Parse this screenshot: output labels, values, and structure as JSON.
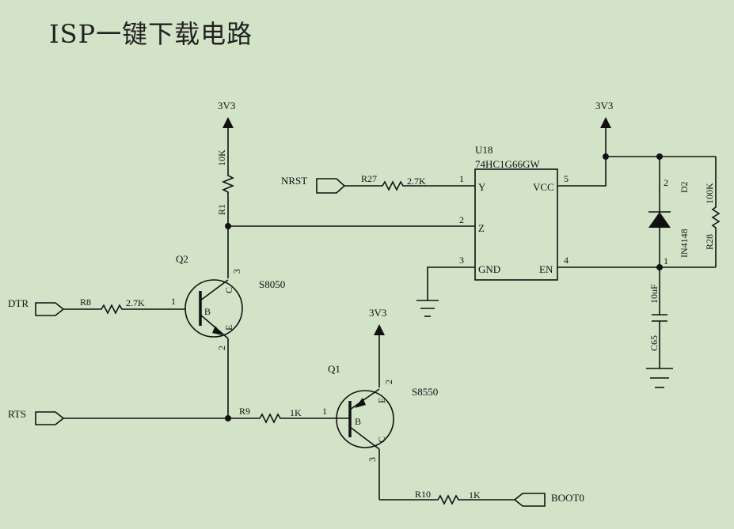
{
  "title": "ISP一键下载电路",
  "power": {
    "label": "3V3"
  },
  "ports": {
    "nrst": "NRST",
    "dtr": "DTR",
    "rts": "RTS",
    "boot0": "BOOT0"
  },
  "u18": {
    "ref": "U18",
    "part": "74HC1G66GW",
    "pins": {
      "y": "Y",
      "z": "Z",
      "gnd": "GND",
      "vcc": "VCC",
      "en": "EN"
    },
    "pin_nums": {
      "y": "1",
      "z": "2",
      "gnd": "3",
      "en": "4",
      "vcc": "5"
    }
  },
  "r27": {
    "ref": "R27",
    "value": "2.7K",
    "pin": "1"
  },
  "r1": {
    "ref": "R1",
    "value": "10K"
  },
  "r8": {
    "ref": "R8",
    "value": "2.7K",
    "pin": "1"
  },
  "r9": {
    "ref": "R9",
    "value": "1K",
    "pin": "1"
  },
  "r10": {
    "ref": "R10",
    "value": "1K"
  },
  "r28": {
    "ref": "R28",
    "value": "100K"
  },
  "d2": {
    "ref": "D2",
    "part": "IN4148",
    "pin_top": "2",
    "pin_bottom": "1"
  },
  "c65": {
    "ref": "C65",
    "value": "10uF"
  },
  "q2": {
    "ref": "Q2",
    "part": "S8050",
    "pin_b": "1",
    "pin_c": "3",
    "pin_e": "2",
    "lbl_b": "B",
    "lbl_c": "C",
    "lbl_e": "E"
  },
  "q1": {
    "ref": "Q1",
    "part": "S8550",
    "pin_b": "1",
    "pin_c": "3",
    "pin_e": "2",
    "lbl_b": "B",
    "lbl_c": "C",
    "lbl_e": "E"
  }
}
